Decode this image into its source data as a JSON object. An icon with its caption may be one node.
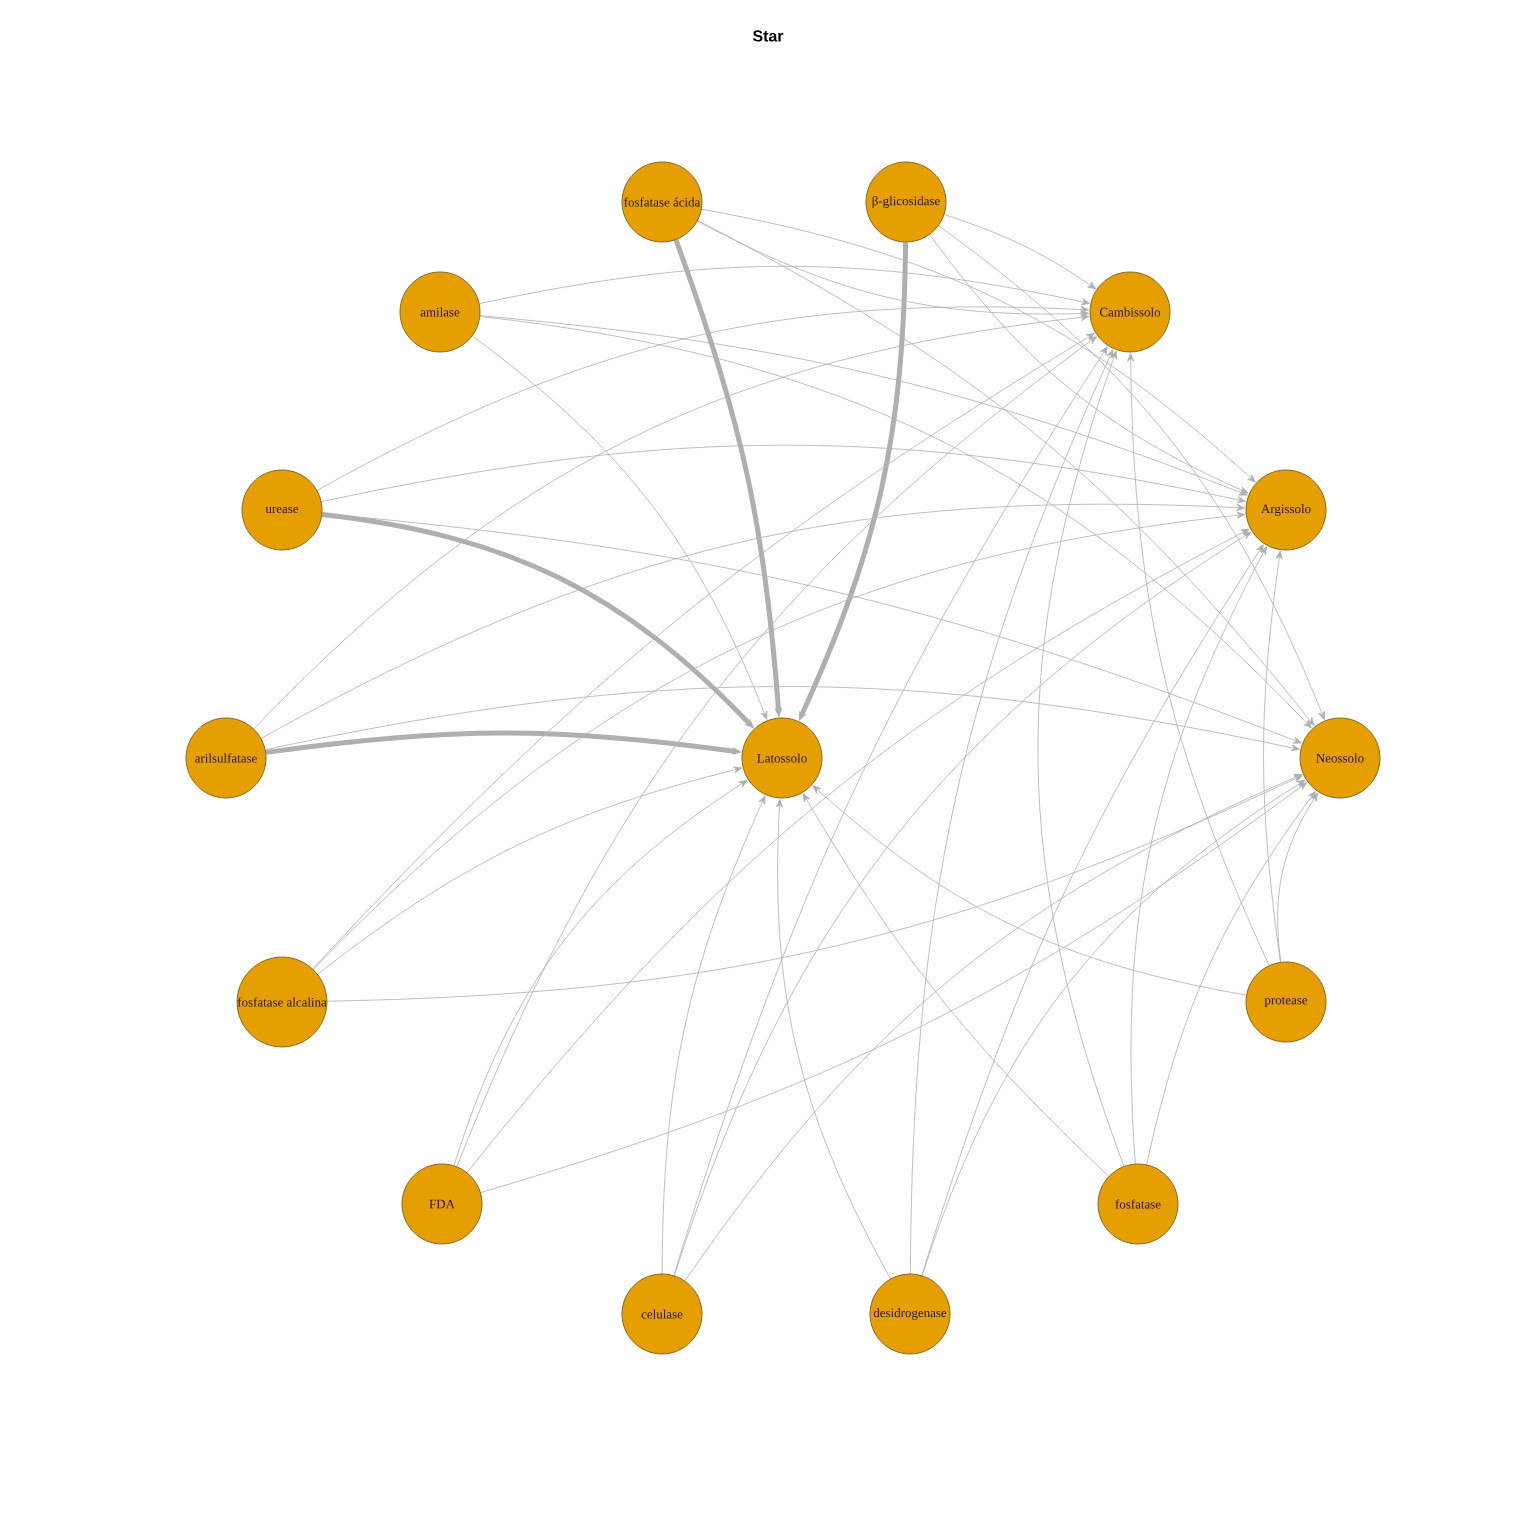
{
  "diagram": {
    "title": "Star",
    "nodes": [
      {
        "text": [
          "fosfatase ácida"
        ]
      },
      {
        "text": [
          "β-glicosidase"
        ]
      },
      {
        "text": [
          "amilase"
        ]
      },
      {
        "text": [
          "Cambissolo"
        ]
      },
      {
        "text": [
          "urease"
        ]
      },
      {
        "text": [
          "Argissolo"
        ]
      },
      {
        "text": [
          "arilsulfatase"
        ]
      },
      {
        "text": [
          "Latossolo"
        ]
      },
      {
        "text": [
          "Neossolo"
        ]
      },
      {
        "text": [
          "fosfatase alcalina"
        ]
      },
      {
        "text": [
          "protease"
        ]
      },
      {
        "text": [
          "FDA"
        ]
      },
      {
        "text": [
          "fosfatase"
        ]
      },
      {
        "text": [
          "celulase"
        ]
      },
      {
        "text": [
          "desidrogenase"
        ]
      }
    ],
    "edges": [
      {
        "from": 0,
        "to": 7,
        "arrow": "to",
        "style": "thick"
      },
      {
        "from": 1,
        "to": 7,
        "arrow": "to",
        "style": "thick"
      },
      {
        "from": 2,
        "to": 7,
        "arrow": "to"
      },
      {
        "from": 4,
        "to": 7,
        "arrow": "to",
        "style": "thick"
      },
      {
        "from": 6,
        "to": 7,
        "arrow": "to",
        "style": "thick"
      },
      {
        "from": 9,
        "to": 7,
        "arrow": "to"
      },
      {
        "from": 10,
        "to": 7,
        "arrow": "to"
      },
      {
        "from": 11,
        "to": 7,
        "arrow": "to"
      },
      {
        "from": 12,
        "to": 7,
        "arrow": "to"
      },
      {
        "from": 13,
        "to": 7,
        "arrow": "to"
      },
      {
        "from": 14,
        "to": 7,
        "arrow": "to"
      },
      {
        "from": 0,
        "to": 3,
        "arrow": "to"
      },
      {
        "from": 1,
        "to": 3,
        "arrow": "to"
      },
      {
        "from": 2,
        "to": 3,
        "arrow": "to"
      },
      {
        "from": 4,
        "to": 3,
        "arrow": "to"
      },
      {
        "from": 6,
        "to": 3,
        "arrow": "to"
      },
      {
        "from": 9,
        "to": 3,
        "arrow": "to"
      },
      {
        "from": 10,
        "to": 3,
        "arrow": "to"
      },
      {
        "from": 11,
        "to": 3,
        "arrow": "to"
      },
      {
        "from": 12,
        "to": 3,
        "arrow": "to"
      },
      {
        "from": 13,
        "to": 3,
        "arrow": "to"
      },
      {
        "from": 14,
        "to": 3,
        "arrow": "to"
      },
      {
        "from": 0,
        "to": 5,
        "arrow": "to"
      },
      {
        "from": 1,
        "to": 5,
        "arrow": "to"
      },
      {
        "from": 2,
        "to": 5,
        "arrow": "to"
      },
      {
        "from": 4,
        "to": 5,
        "arrow": "to"
      },
      {
        "from": 6,
        "to": 5,
        "arrow": "to"
      },
      {
        "from": 9,
        "to": 5,
        "arrow": "to"
      },
      {
        "from": 10,
        "to": 5,
        "arrow": "to"
      },
      {
        "from": 11,
        "to": 5,
        "arrow": "to"
      },
      {
        "from": 12,
        "to": 5,
        "arrow": "to"
      },
      {
        "from": 13,
        "to": 5,
        "arrow": "to"
      },
      {
        "from": 14,
        "to": 5,
        "arrow": "to"
      },
      {
        "from": 0,
        "to": 8,
        "arrow": "to"
      },
      {
        "from": 1,
        "to": 8,
        "arrow": "to"
      },
      {
        "from": 2,
        "to": 8,
        "arrow": "to"
      },
      {
        "from": 4,
        "to": 8,
        "arrow": "to"
      },
      {
        "from": 6,
        "to": 8,
        "arrow": "to"
      },
      {
        "from": 9,
        "to": 8,
        "arrow": "to"
      },
      {
        "from": 10,
        "to": 8,
        "arrow": "to"
      },
      {
        "from": 11,
        "to": 8,
        "arrow": "to"
      },
      {
        "from": 12,
        "to": 8,
        "arrow": "to"
      },
      {
        "from": 13,
        "to": 8,
        "arrow": "to"
      },
      {
        "from": 14,
        "to": 8,
        "arrow": "to"
      }
    ]
  }
}
